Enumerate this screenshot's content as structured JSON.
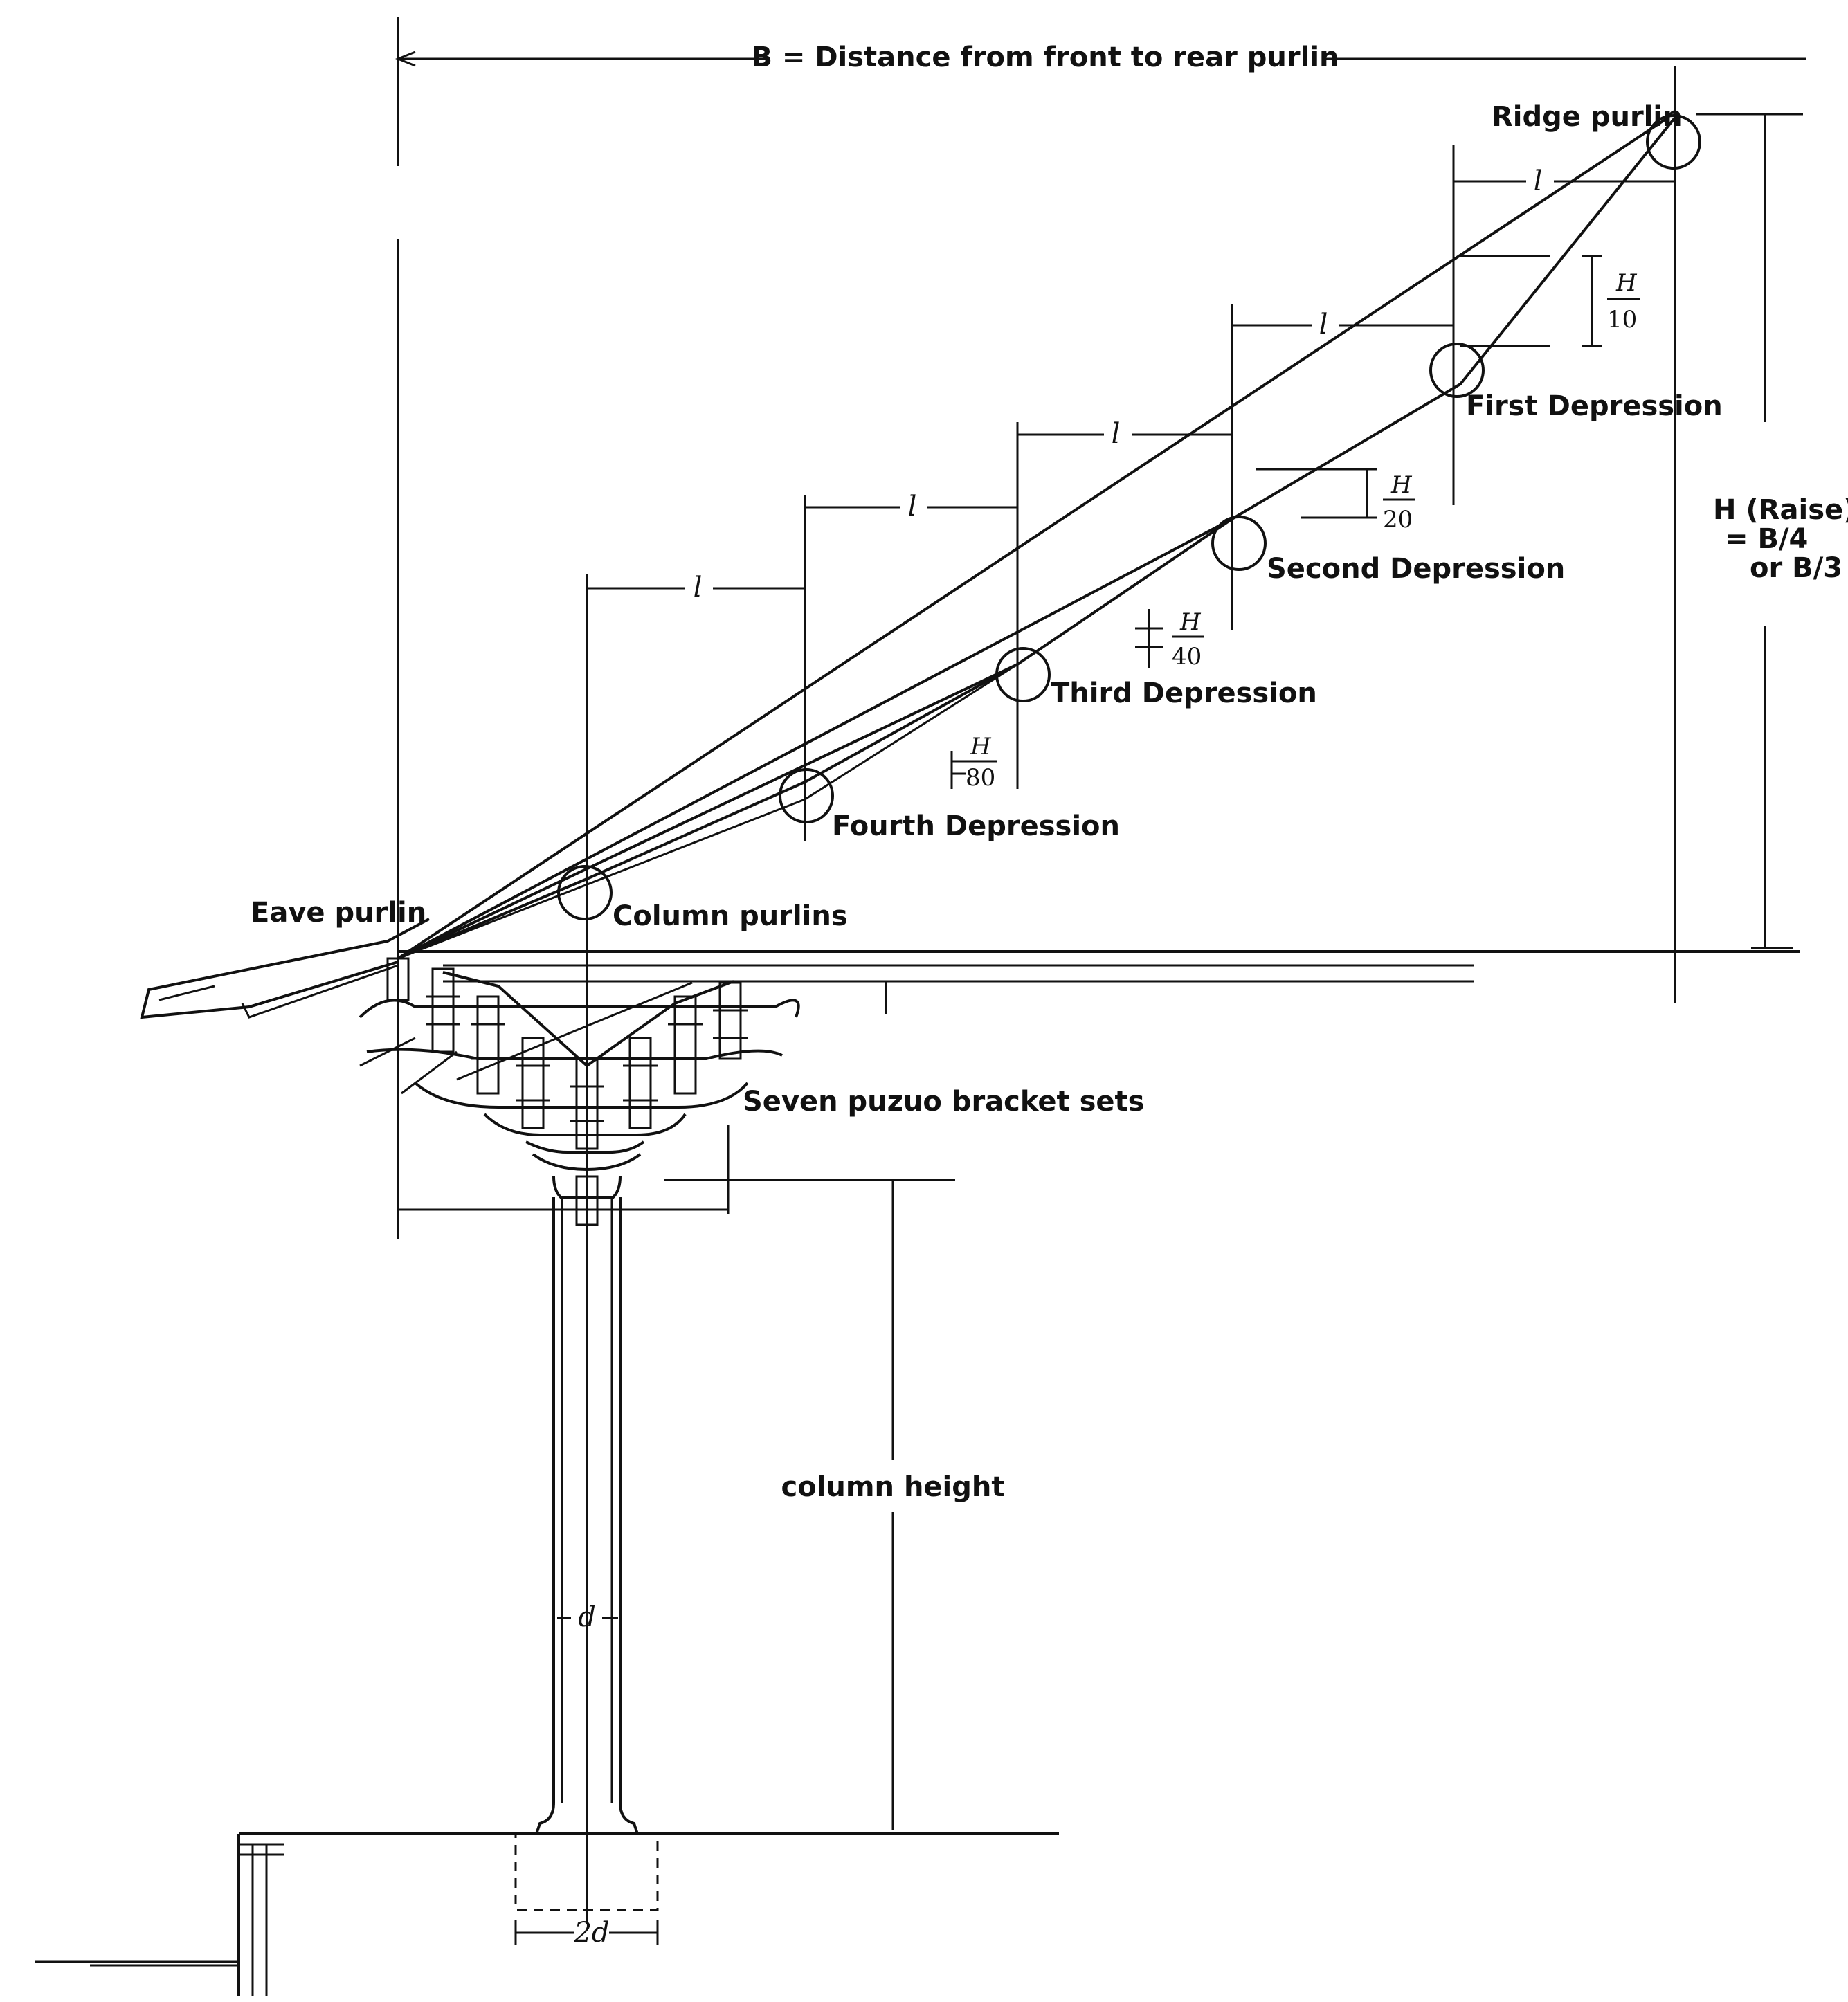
{
  "labels": {
    "b_dimension": "B = Distance from front to rear purlin",
    "ridge_purlin": "Ridge purlin",
    "first_depression": "First Depression",
    "second_depression": "Second Depression",
    "third_depression": "Third Depression",
    "fourth_depression": "Fourth Depression",
    "column_purlins": "Column purlins",
    "eave_purlin": "Eave purlin",
    "bracket_sets": "Seven puzuo bracket sets",
    "column_height": "column height",
    "raise_line1": "H (Raise)",
    "raise_line2": "= B/4",
    "raise_line3": "or B/3",
    "spacing": "l",
    "column_diameter": "d",
    "footing_width": "2d"
  },
  "fractions": {
    "first": {
      "num": "H",
      "den": "10"
    },
    "second": {
      "num": "H",
      "den": "20"
    },
    "third": {
      "num": "H",
      "den": "40"
    },
    "fourth": {
      "num": "H",
      "den": "80"
    }
  }
}
